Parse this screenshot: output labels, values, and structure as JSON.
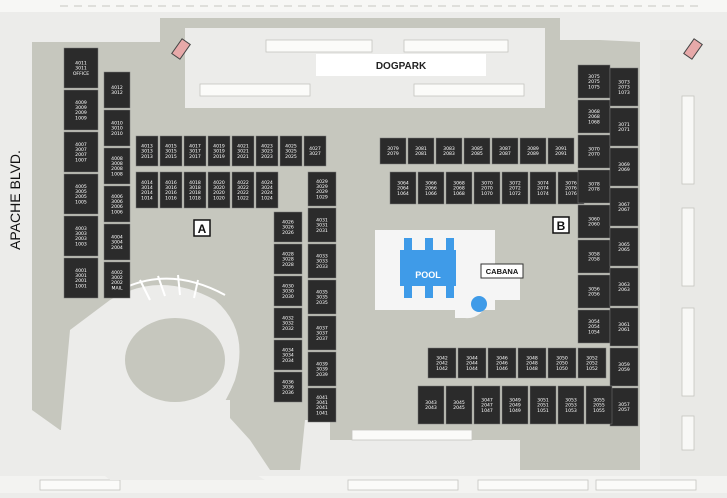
{
  "map": {
    "road_label": "APACHE BLVD.",
    "dogpark_label": "DOGPARK",
    "pool_label": "POOL",
    "cabana_label": "CABANA",
    "building_a_label": "A",
    "building_b_label": "B",
    "colors": {
      "background": "#ececea",
      "site": "#c6c7be",
      "building": "#2b2b2b",
      "pool": "#3f9be8",
      "deck": "#f5f5f5",
      "sign": "#e7a9a9"
    },
    "units": {
      "left_column": [
        "4011 3011 OFFICE",
        "4009 3009 2009 1009",
        "4007 3007 2007 1007",
        "4005 3005 2005 1005",
        "4003 3003 2003 1003",
        "4001 3001 2001 1001"
      ],
      "left_column2": [
        "4012 3012",
        "4010 3010 2010",
        "4008 3008 2008 1008",
        "4006 3006 2006 1006",
        "4004 3004 2004",
        "4002 3002 2002 MAIL"
      ],
      "top_row_a": [
        "4013 3013 2013",
        "4015 3015 2015",
        "4017 3017 2017",
        "4019 3019 2019",
        "4021 3021 2021",
        "4023 3023 2023",
        "4025 3025 2025",
        "4027 3027"
      ],
      "under_row_a": [
        "4014 3014 2014 1014",
        "4016 3016 2016 1016",
        "4018 3018 2018 1018",
        "4020 3020 2020 1020",
        "4022 3022 2022 1022",
        "4024 3024 2024 1024"
      ],
      "center_column_a": [
        "4026 3026 2026",
        "4028 3028 2028",
        "4030 3030 2030",
        "4032 3032 2032",
        "4034 3034 2034",
        "4036 3036 2036"
      ],
      "center_column_b": [
        "4029 3029 2029 1029",
        "4031 3031 2031",
        "4033 3033 2033",
        "4035 3035 2035",
        "4037 3037 2037",
        "4039 3039 2039",
        "4041 3041 2041 1041"
      ],
      "top_row_b": [
        "3079 2079",
        "3081 2081",
        "3083 2083",
        "3085 2085",
        "3087 2087",
        "3089 2089",
        "3091 2091"
      ],
      "under_row_b": [
        "3064 2064 1064",
        "3066 2066 1066",
        "3068 2068 1068",
        "3070 2070 1070",
        "3072 2072 1072",
        "3074 2074 1074",
        "3076 2076 1076"
      ],
      "right_column": [
        "3073 2073 1073",
        "3071 2071",
        "3069 2069",
        "3067 2067",
        "3065 2065",
        "3063 2063",
        "3061 2061",
        "3059 2059",
        "3057 2057"
      ],
      "right_inner": [
        "3075 2075 1075",
        "3068 2068 1068",
        "3070 2070",
        "3078 2078",
        "3060 2060",
        "3058 2058",
        "3056 2056",
        "3054 2054 1054"
      ],
      "bottom_row": [
        "3042 2042 1042",
        "3044 2044 1044",
        "3046 2046 1046",
        "3048 2048 1048",
        "3050 2050 1050",
        "3052 2052 1052"
      ],
      "bottom_row2": [
        "3043 2043",
        "3045 2045",
        "3047 2047 1047",
        "3049 2049 1049",
        "3051 2051 1051",
        "3053 2053 1053",
        "3055 2055 1055"
      ]
    }
  }
}
